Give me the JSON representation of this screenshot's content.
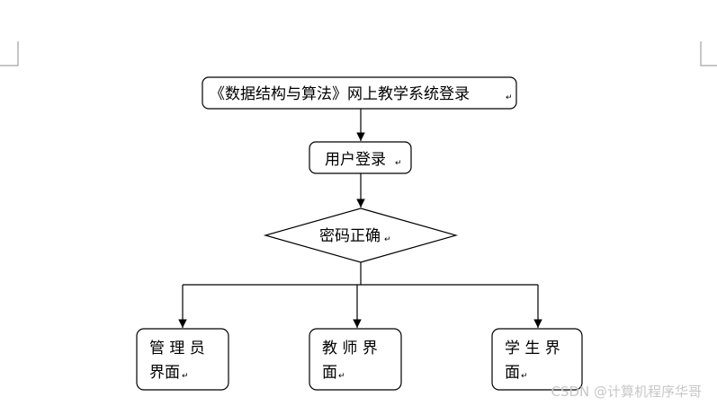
{
  "diagram": {
    "title_node": "《数据结构与算法》网上教学系统登录",
    "login_node": "用户登录",
    "decision_node": "密码正确",
    "admin_node": {
      "line1": "管 理 员",
      "line2": "界面"
    },
    "teacher_node": {
      "line1": "教 师 界",
      "line2": "面"
    },
    "student_node": {
      "line1": "学 生 界",
      "line2": "面"
    },
    "return_mark": "↵"
  },
  "watermark": "CSDN @计算机程序华哥"
}
